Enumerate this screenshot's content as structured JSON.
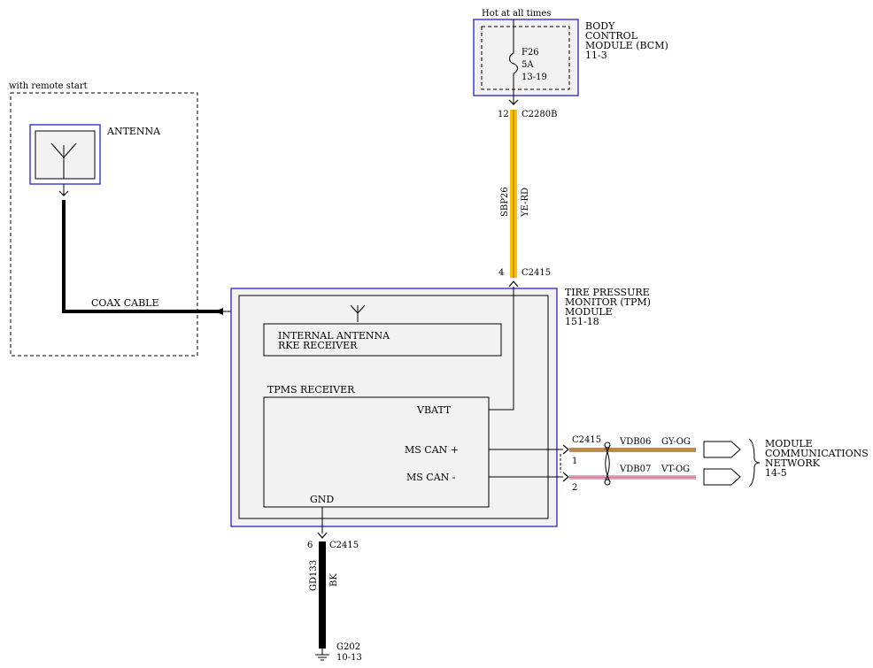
{
  "colors": {
    "module_outline": "#3333cc",
    "module_fill": "#f2f2f2",
    "wire_yellow": "#f5c200",
    "wire_orange_stripe": "#d07a10",
    "wire_gray": "#a89070",
    "wire_pink": "#e8a0b8",
    "wire_black": "#000000"
  },
  "remote_start": {
    "label": "with remote start"
  },
  "antenna": {
    "label": "ANTENNA",
    "icon": "antenna-icon"
  },
  "coax": {
    "label": "COAX CABLE"
  },
  "bcm": {
    "supply_label": "Hot at all times",
    "fuse": {
      "name": "F26",
      "rating": "5A",
      "ref": "13-19"
    },
    "title": [
      "BODY",
      "CONTROL",
      "MODULE (BCM)",
      "11-3"
    ]
  },
  "connector_top": {
    "pin": "12",
    "name": "C2280B"
  },
  "circuit_power": {
    "circuit": "SBP26",
    "color": "YE-RD"
  },
  "connector_tpm_power": {
    "pin": "4",
    "name": "C2415"
  },
  "tpm": {
    "title": [
      "TIRE PRESSURE",
      "MONITOR (TPM)",
      "MODULE",
      "151-18"
    ],
    "internal_antenna": [
      "INTERNAL ANTENNA",
      "RKE RECEIVER"
    ],
    "receiver_label": "TPMS RECEIVER",
    "vbatt": "VBATT",
    "can_plus": "MS CAN +",
    "can_minus": "MS CAN -",
    "gnd": "GND"
  },
  "can_connector": {
    "name": "C2415",
    "pin_plus": "1",
    "pin_minus": "2"
  },
  "can_wires": [
    {
      "circuit": "VDB06",
      "color": "GY-OG"
    },
    {
      "circuit": "VDB07",
      "color": "VT-OG"
    }
  ],
  "network": {
    "title": [
      "MODULE",
      "COMMUNICATIONS",
      "NETWORK",
      "14-5"
    ]
  },
  "connector_gnd": {
    "pin": "6",
    "name": "C2415"
  },
  "circuit_ground": {
    "circuit": "GD133",
    "color": "BK"
  },
  "ground": {
    "name": "G202",
    "ref": "10-13",
    "icon": "ground-icon"
  }
}
